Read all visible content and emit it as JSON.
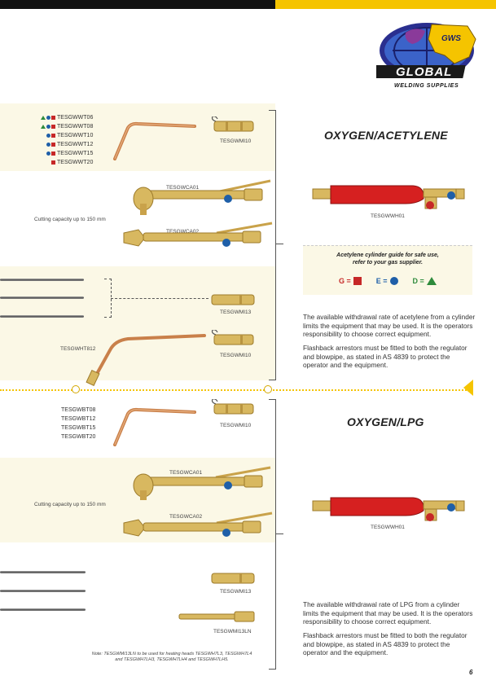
{
  "logo": {
    "line1": "GLOBAL",
    "line2": "WELDING SUPPLIES",
    "badge": "GWS"
  },
  "colors": {
    "red": "#c62828",
    "blue": "#1f5fa8",
    "green": "#2e8b3c",
    "yellow": "#f5c400",
    "band": "#fbf8e6"
  },
  "section1": {
    "heading": "OXYGEN/ACETYLENE",
    "tip_codes": [
      {
        "code": "TESGWWT06",
        "marks": [
          "D",
          "E",
          "G"
        ]
      },
      {
        "code": "TESGWWT08",
        "marks": [
          "D",
          "E",
          "G"
        ]
      },
      {
        "code": "TESGWWT10",
        "marks": [
          "E",
          "G"
        ]
      },
      {
        "code": "TESGWWT12",
        "marks": [
          "E",
          "G"
        ]
      },
      {
        "code": "TESGWWT15",
        "marks": [
          "E",
          "G"
        ]
      },
      {
        "code": "TESGWWT20",
        "marks": [
          "G"
        ]
      }
    ],
    "mixer": "TESGWMI10",
    "cutter1": "TESGWCA01",
    "cutter2": "TESGWCA02",
    "cutting_capacity": "Cutting capacity up to 150 mm",
    "blowpipe": "TESGWWH01",
    "guide_title_1": "Acetylene cylinder guide for safe use,",
    "guide_title_2": "refer to your gas supplier.",
    "legend": {
      "g": "G =",
      "e": "E =",
      "d": "D ="
    },
    "mixer13": "TESGWMI13",
    "heating_tip": "TESGWHT812",
    "mixer10b": "TESGWMI10",
    "para1": "The available withdrawal rate of acetylene from a cylinder limits the equipment that may be used. It is the operators responsibility to choose correct equipment.",
    "para2": "Flashback arrestors must be fitted to both the regulator and blowpipe, as stated in AS 4839 to protect the operator and the equipment."
  },
  "section2": {
    "heading": "OXYGEN/LPG",
    "tip_codes": [
      "TESGWBT08",
      "TESGWBT12",
      "TESGWBT15",
      "TESGWBT20"
    ],
    "mixer": "TESGWMI10",
    "cutter1": "TESGWCA01",
    "cutter2": "TESGWCA02",
    "cutting_capacity": "Cutting capacity up to 150 mm",
    "blowpipe": "TESGWWH01",
    "mixer13": "TESGWMI13",
    "mixer13ln": "TESGWMI13LN",
    "note_1": "Note: TESGWMI13LN to be used for heating heads TESGWH7L3, TESGWH7L4",
    "note_2": "and TESGWH7LH3, TESGWH7LH4 and TESGWH7LH5.",
    "para1": "The available withdrawal rate of LPG from a cylinder limits the equipment that may be used. It is the operators responsibility to choose correct equipment.",
    "para2": "Flashback arrestors must be fitted to both the regulator and blowpipe, as stated in AS 4839 to protect the operator and the equipment."
  },
  "page_number": "6"
}
